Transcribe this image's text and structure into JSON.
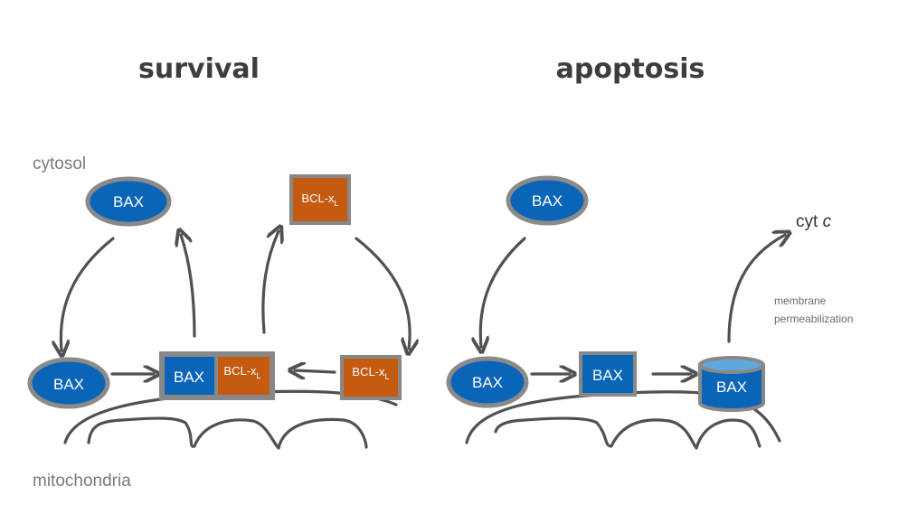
{
  "titles": {
    "survival": "survival",
    "apoptosis": "apoptosis"
  },
  "regions": {
    "cytosol": "cytosol",
    "mitochondria": "mitochondria"
  },
  "survival": {
    "bax_cytosol": "BAX",
    "bclxl_cytosol": {
      "main": "BCL-x",
      "sub": "L"
    },
    "bax_membrane": "BAX",
    "complex_bax": "BAX",
    "complex_bclxl": {
      "main": "BCL-x",
      "sub": "L"
    },
    "bclxl_membrane": {
      "main": "BCL-x",
      "sub": "L"
    }
  },
  "apoptosis": {
    "bax_cytosol": "BAX",
    "bax_membrane": "BAX",
    "bax_inserted": "BAX",
    "bax_pore": "BAX",
    "cyt_c": {
      "main": "cyt ",
      "italic": "c"
    },
    "note_line1": "membrane",
    "note_line2": "permeabilization"
  },
  "colors": {
    "bax_blue": "#0a64b8",
    "bclxl_orange": "#c55a11",
    "outline_gray": "#8a8a8a",
    "pore_top": "#5fa8dc",
    "line_dark": "#505055"
  }
}
